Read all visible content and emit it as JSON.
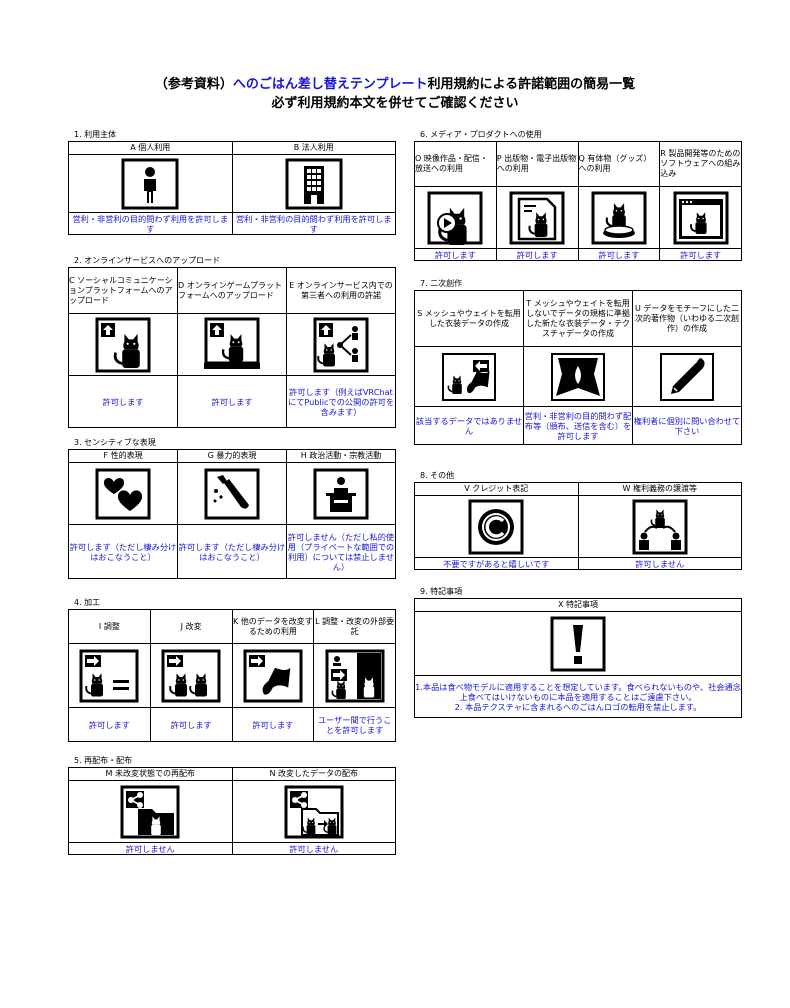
{
  "header": {
    "line1_prefix": "（参考資料）",
    "line1_blue": "へのごはん差し替えテンプレート",
    "line1_suffix": "利用規約による許諾範囲の簡易一覧",
    "line2": "必ず利用規約本文を併せてご確認ください"
  },
  "sections": {
    "s1": {
      "title": "1. 利用主体",
      "cols": [
        {
          "label": "A 個人利用",
          "icon": "person-icon"
        },
        {
          "label": "B 法人利用",
          "icon": "building-icon"
        }
      ],
      "status": [
        "営利・非営利の目的問わず利用を許可します",
        "営利・非営利の目的問わず利用を許可します"
      ]
    },
    "s2": {
      "title": "2. オンラインサービスへのアップロード",
      "cols": [
        {
          "label": "C ソーシャルコミュニケーションプラットフォームへのアップロード",
          "icon": "upload-cat-icon"
        },
        {
          "label": "D オンラインゲームプラットフォームへのアップロード",
          "icon": "upload-monitor-cat-icon"
        },
        {
          "label": "E オンラインサービス内での第三者への利用の許諾",
          "icon": "upload-share-icon"
        }
      ],
      "status": [
        "許可します",
        "許可します",
        "許可します（例えばVRChatにてPublicでの公開の許可を含みます）"
      ]
    },
    "s3": {
      "title": "3. センシティブな表現",
      "cols": [
        {
          "label": "F 性的表現",
          "icon": "hearts-icon"
        },
        {
          "label": "G 暴力的表現",
          "icon": "knife-icon"
        },
        {
          "label": "H 政治活動・宗教活動",
          "icon": "podium-icon"
        }
      ],
      "status": [
        "許可します（ただし棲み分けはおこなうこと）",
        "許可します（ただし棲み分けはおこなうこと）",
        "許可しません（ただし私的使用（プライベートな範囲での利用）については禁止しません）"
      ]
    },
    "s4": {
      "title": "4. 加工",
      "cols": [
        {
          "label": "I 調整",
          "icon": "adjust-icon"
        },
        {
          "label": "J 改変",
          "icon": "modify-icon"
        },
        {
          "label": "K 他のデータを改変するための利用",
          "icon": "ribbon-icon"
        },
        {
          "label": "L 調整・改変の外部委託",
          "icon": "outsource-icon"
        }
      ],
      "status": [
        "許可します",
        "許可します",
        "許可します",
        "ユーザー間で行うことを許可します"
      ]
    },
    "s5": {
      "title": "5. 再配布・配布",
      "cols": [
        {
          "label": "M 未改変状態での再配布",
          "icon": "share-folder-icon"
        },
        {
          "label": "N 改変したデータの配布",
          "icon": "share-modified-icon"
        }
      ],
      "status": [
        "許可しません",
        "許可しません"
      ]
    },
    "s6": {
      "title": "6. メディア・プロダクトへの使用",
      "cols": [
        {
          "label": "O 映像作品・配信・放送への利用",
          "icon": "video-icon"
        },
        {
          "label": "P 出版物・電子出版物への利用",
          "icon": "book-icon"
        },
        {
          "label": "Q 有体物（グッズ）への利用",
          "icon": "figure-icon"
        },
        {
          "label": "R 製品開発等のためのソフトウェアへの組み込み",
          "icon": "window-icon"
        }
      ],
      "status": [
        "許可します",
        "許可します",
        "許可します",
        "許可します"
      ]
    },
    "s7": {
      "title": "7. 二次創作",
      "cols": [
        {
          "label": "S メッシュやウェイトを転用した衣装データの作成",
          "icon": "mesh-cat-icon"
        },
        {
          "label": "T メッシュやウェイトを転用しないでデータの規格に準拠した新たな衣装データ・テクスチャデータの作成",
          "icon": "ribbon-large-icon"
        },
        {
          "label": "U データをモチーフにした二次的著作物（いわゆる二次創作）の作成",
          "icon": "pen-icon"
        }
      ],
      "status": [
        "該当するデータではありません",
        "営利・非営利の目的問わず配布等（頒布、送信を含む）を許可します",
        "権利者に個別に問い合わせて下さい"
      ]
    },
    "s8": {
      "title": "8. その他",
      "cols": [
        {
          "label": "V クレジット表記",
          "icon": "copyright-icon"
        },
        {
          "label": "W 権利義務の譲渡等",
          "icon": "transfer-icon"
        }
      ],
      "status": [
        "不要ですがあると嬉しいです",
        "許可しません"
      ]
    },
    "s9": {
      "title": "9. 特記事項",
      "cols": [
        {
          "label": "X 特記事項",
          "icon": "exclamation-icon"
        }
      ],
      "notes": [
        "1.本品は食べ物モデルに適用することを想定しています。食べられないものや、社会通念上食べてはいけないものに本品を適用することはご遠慮下さい。",
        "2. 本品テクスチャに含まれるへのごはんロゴの転用を禁止します。"
      ]
    }
  }
}
